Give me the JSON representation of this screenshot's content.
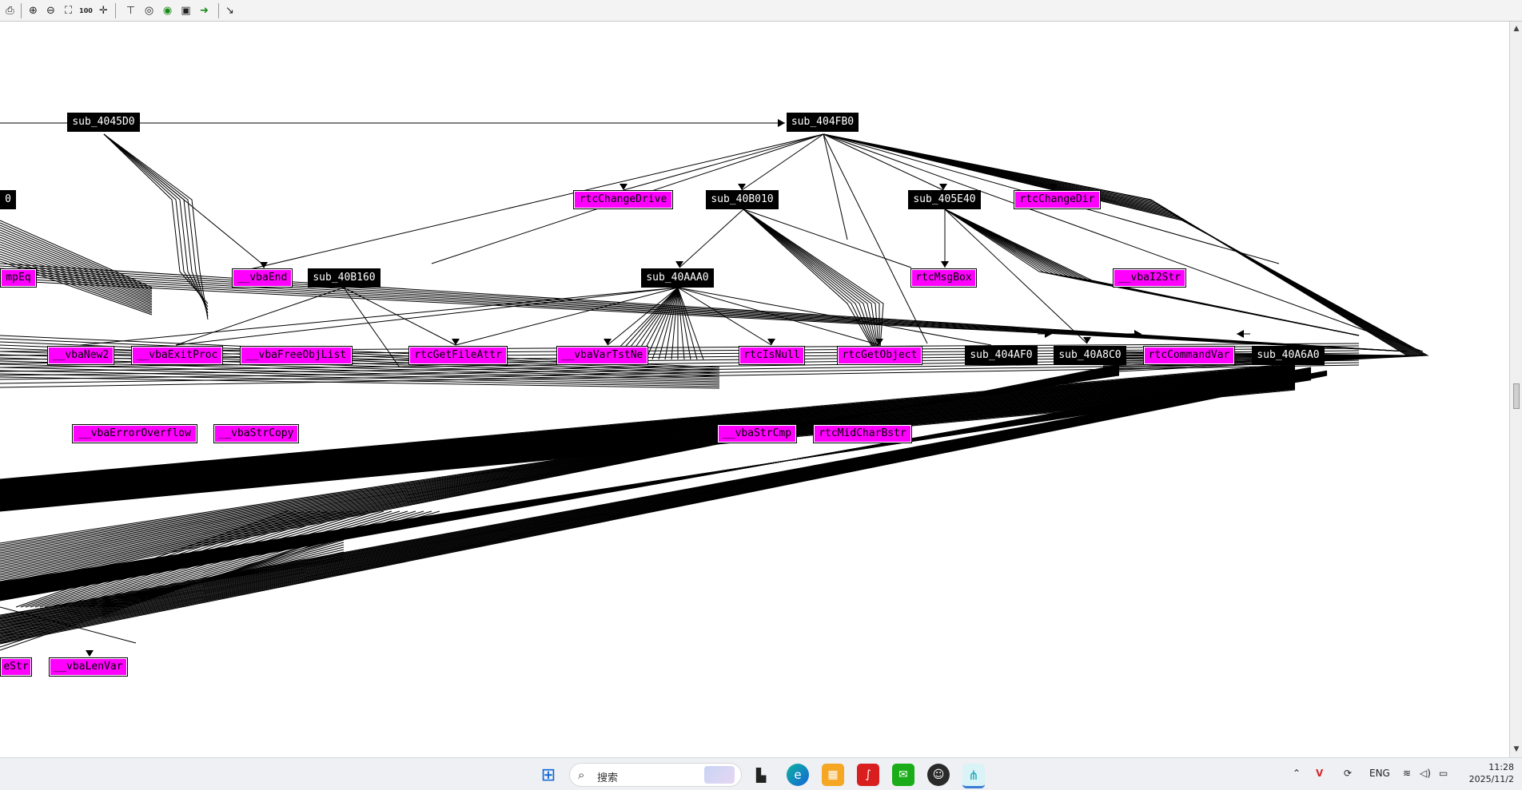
{
  "toolbar": {
    "buttons": [
      {
        "icon": "print-icon",
        "glyph": "⎙"
      },
      {
        "icon": "zoom-in-icon",
        "glyph": "⊕"
      },
      {
        "icon": "zoom-out-icon",
        "glyph": "⊖"
      },
      {
        "icon": "fit-window-icon",
        "glyph": "⛶"
      },
      {
        "icon": "zoom-100-icon",
        "glyph": "100"
      },
      {
        "icon": "move-icon",
        "glyph": "✛"
      },
      {
        "icon": "layout-tree-icon",
        "glyph": "⊤"
      },
      {
        "icon": "layout-circle-icon",
        "glyph": "◎"
      },
      {
        "icon": "globe-icon",
        "glyph": "◉"
      },
      {
        "icon": "overview-icon",
        "glyph": "▣"
      },
      {
        "icon": "export-icon",
        "glyph": "➜"
      },
      {
        "icon": "pointer-icon",
        "glyph": "↘"
      }
    ]
  },
  "graph": {
    "nodes": [
      {
        "id": "n1",
        "label": "sub_4045D0",
        "kind": "sub"
      },
      {
        "id": "n2",
        "label": "sub_404FB0",
        "kind": "sub"
      },
      {
        "id": "n3",
        "label": "0",
        "kind": "sub"
      },
      {
        "id": "n4",
        "label": "rtcChangeDrive",
        "kind": "api"
      },
      {
        "id": "n5",
        "label": "sub_40B010",
        "kind": "sub"
      },
      {
        "id": "n6",
        "label": "sub_405E40",
        "kind": "sub"
      },
      {
        "id": "n7",
        "label": "rtcChangeDir",
        "kind": "api"
      },
      {
        "id": "n8",
        "label": "mpEq",
        "kind": "api"
      },
      {
        "id": "n9",
        "label": "__vbaEnd",
        "kind": "api"
      },
      {
        "id": "n10",
        "label": "sub_40B160",
        "kind": "sub"
      },
      {
        "id": "n11",
        "label": "sub_40AAA0",
        "kind": "sub"
      },
      {
        "id": "n12",
        "label": "rtcMsgBox",
        "kind": "api"
      },
      {
        "id": "n13",
        "label": "__vbaI2Str",
        "kind": "api"
      },
      {
        "id": "n14",
        "label": "__vbaNew2",
        "kind": "api"
      },
      {
        "id": "n15",
        "label": "__vbaExitProc",
        "kind": "api"
      },
      {
        "id": "n16",
        "label": "__vbaFreeObjList",
        "kind": "api"
      },
      {
        "id": "n17",
        "label": "rtcGetFileAttr",
        "kind": "api"
      },
      {
        "id": "n18",
        "label": "__vbaVarTstNe",
        "kind": "api"
      },
      {
        "id": "n19",
        "label": "rtcIsNull",
        "kind": "api"
      },
      {
        "id": "n20",
        "label": "rtcGetObject",
        "kind": "api"
      },
      {
        "id": "n21",
        "label": "sub_404AF0",
        "kind": "sub"
      },
      {
        "id": "n22",
        "label": "sub_40A8C0",
        "kind": "sub"
      },
      {
        "id": "n23",
        "label": "rtcCommandVar",
        "kind": "api"
      },
      {
        "id": "n24",
        "label": "sub_40A6A0",
        "kind": "sub"
      },
      {
        "id": "n25",
        "label": "__vbaErrorOverflow",
        "kind": "api"
      },
      {
        "id": "n26",
        "label": "__vbaStrCopy",
        "kind": "api"
      },
      {
        "id": "n27",
        "label": "__vbaStrCmp",
        "kind": "api"
      },
      {
        "id": "n28",
        "label": "rtcMidCharBstr",
        "kind": "api"
      },
      {
        "id": "n29",
        "label": "eStr",
        "kind": "api"
      },
      {
        "id": "n30",
        "label": "__vbaLenVar",
        "kind": "api"
      }
    ]
  },
  "taskbar": {
    "search_placeholder": "搜索",
    "apps": [
      {
        "icon": "windows-start-icon"
      },
      {
        "icon": "task-view-icon"
      },
      {
        "icon": "edge-browser-icon"
      },
      {
        "icon": "store-icon"
      },
      {
        "icon": "pdf-reader-icon"
      },
      {
        "icon": "wechat-icon"
      },
      {
        "icon": "avatar-app-icon"
      },
      {
        "icon": "graph-app-icon"
      }
    ],
    "tray": {
      "language": "ENG",
      "time": "11:28",
      "date": "2025/11/2"
    }
  }
}
